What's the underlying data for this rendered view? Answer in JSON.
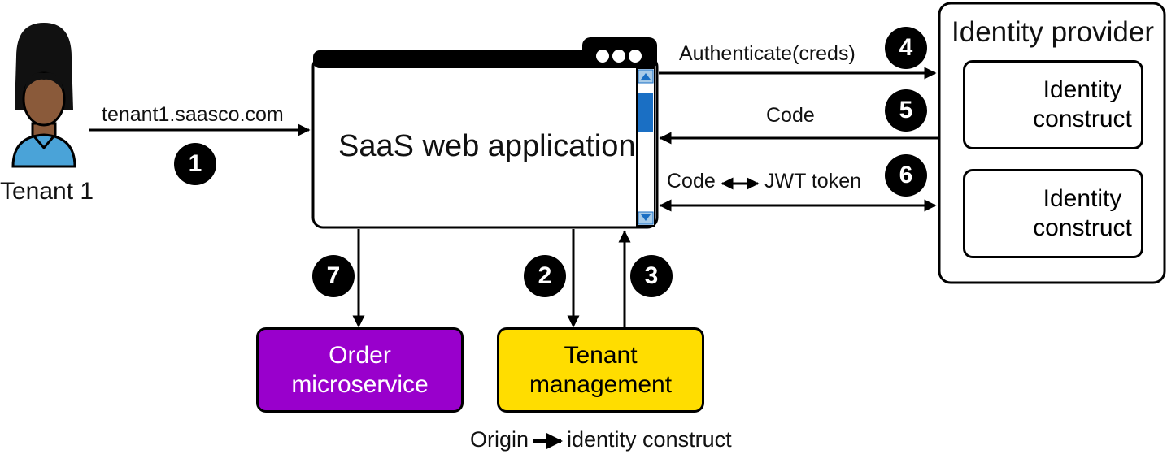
{
  "tenant": {
    "label": "Tenant 1",
    "icon": "tenant-user-icon"
  },
  "request": {
    "domain": "tenant1.saasco.com"
  },
  "app": {
    "title": "SaaS web application",
    "window_icon": "browser-window-icon",
    "accent": "#1a6fc4"
  },
  "steps": [
    "1",
    "2",
    "3",
    "4",
    "5",
    "6",
    "7"
  ],
  "flows": {
    "authenticate": "Authenticate(creds)",
    "code": "Code",
    "exchange_left": "Code",
    "exchange_right": "JWT token"
  },
  "identity_provider": {
    "title": "Identity provider",
    "constructs": [
      {
        "label": "Identity\nconstruct",
        "icon": "man-avatar-icon"
      },
      {
        "label": "Identity\nconstruct",
        "icon": "woman-hijab-avatar-icon"
      }
    ]
  },
  "services": {
    "order": {
      "label": "Order\nmicroservice",
      "color": "#9900cc"
    },
    "tenant_mgmt": {
      "label": "Tenant\nmanagement",
      "color": "#ffdd00"
    }
  },
  "mapping": {
    "left": "Origin",
    "right": "identity construct"
  }
}
